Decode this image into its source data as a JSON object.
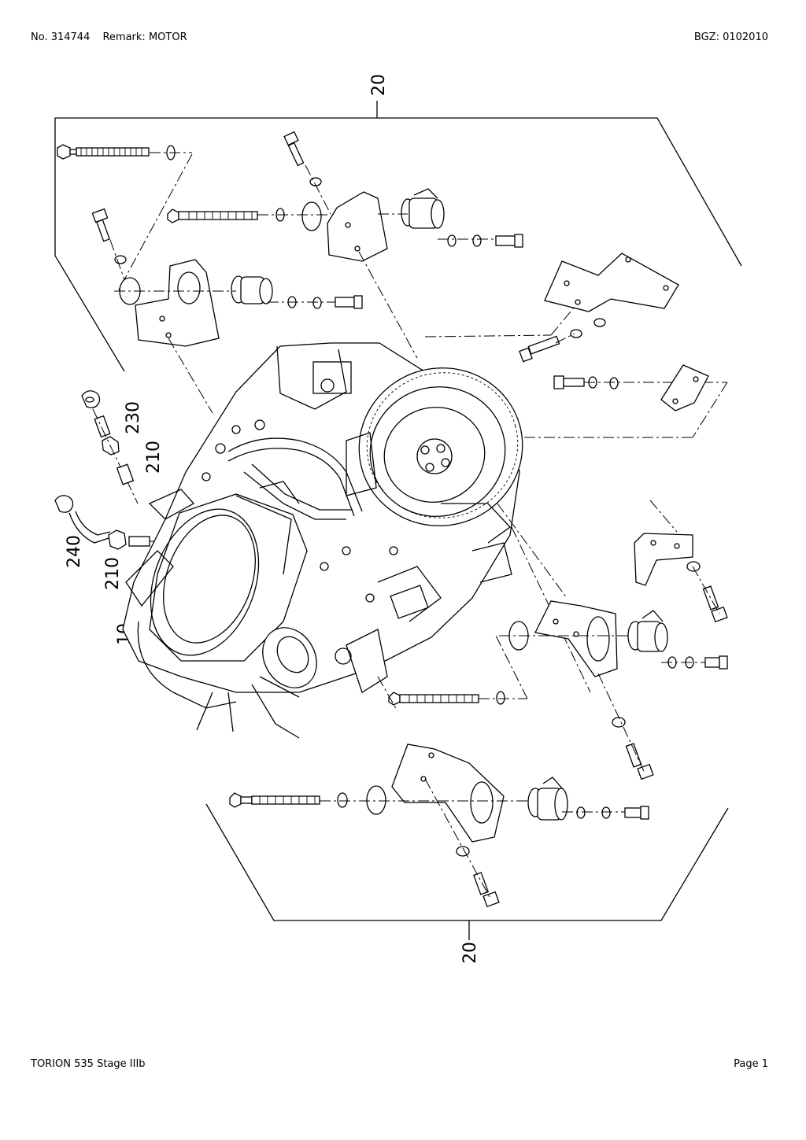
{
  "header": {
    "number": "No. 314744",
    "remark": "Remark: MOTOR",
    "bgz": "BGZ: 0102010"
  },
  "footer": {
    "model": "TORION 535 Stage IIIb",
    "page": "Page 1"
  },
  "diagram": {
    "callouts": {
      "top": "20",
      "bottom": "20",
      "c230": "230",
      "c210a": "210",
      "c240": "240",
      "c210b": "210",
      "c10": "10"
    }
  }
}
